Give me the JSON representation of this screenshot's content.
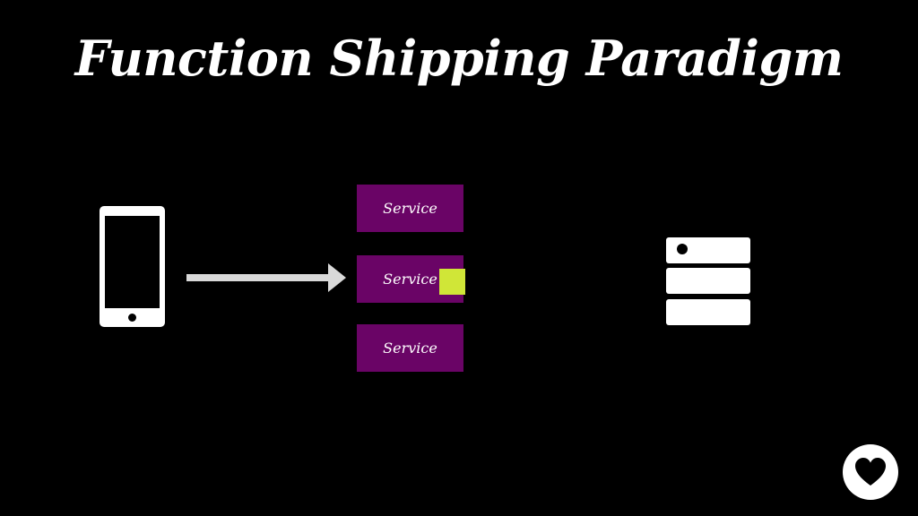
{
  "slide": {
    "title": "Function Shipping Paradigm"
  },
  "diagram": {
    "client": {
      "icon": "smartphone-icon"
    },
    "request_arrow": {
      "icon": "arrow-right-icon",
      "color": "#d9d9d9"
    },
    "services": [
      {
        "label": "Service",
        "has_function": false
      },
      {
        "label": "Service",
        "has_function": true
      },
      {
        "label": "Service",
        "has_function": false
      }
    ],
    "function_marker_color": "#d0e637",
    "service_color": "#6a0466",
    "backend": {
      "icon": "server-stack-icon"
    }
  },
  "branding": {
    "icon": "heart-icon"
  }
}
